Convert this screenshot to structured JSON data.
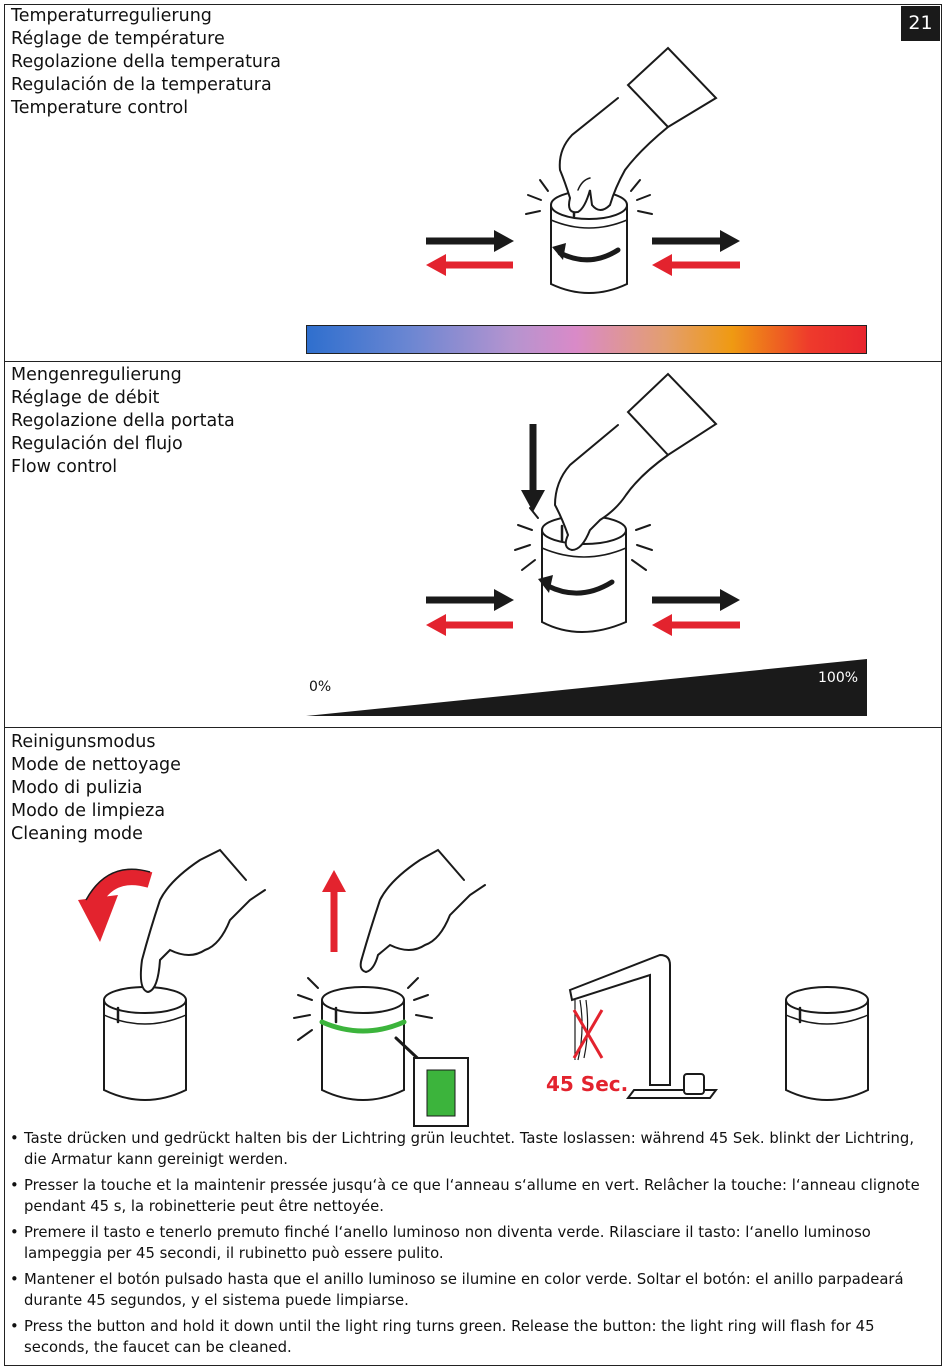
{
  "page_number": "21",
  "sections": [
    {
      "id": "temperature",
      "headings": [
        "Temperaturregulierung",
        "Réglage de température",
        "Regolazione della temperatura",
        "Regulación de la temperatura",
        "Temperature control"
      ]
    },
    {
      "id": "flow",
      "headings": [
        "Mengenregulierung",
        "Réglage de débit",
        "Regolazione della portata",
        "Regulación del flujo",
        "Flow control"
      ],
      "scale_min_label": "0%",
      "scale_max_label": "100%"
    },
    {
      "id": "cleaning",
      "headings": [
        "Reinigunsmodus",
        "Mode de nettoyage",
        "Modo di pulizia",
        "Modo de limpieza",
        "Cleaning mode"
      ],
      "timer_label": "45 Sec."
    }
  ],
  "instructions": [
    "Taste drücken und gedrückt halten bis der Lichtring grün leuchtet. Taste loslassen: während 45 Sek. blinkt der Lichtring, die Armatur kann gereinigt werden.",
    "Presser la touche et la maintenir pressée jusqu‘à ce que l‘anneau s‘allume en vert. Relâcher la touche: l‘anneau clignote pendant 45 s, la robinetterie peut être nettoyée.",
    "Premere il tasto e tenerlo premuto finché l‘anello luminoso non diventa verde. Rilasciare il tasto: l‘anello luminoso lampeggia per 45 secondi, il rubinetto può essere pulito.",
    "Mantener el botón pulsado hasta que el anillo luminoso se ilumine en color verde. Soltar el botón: el anillo parpadeará durante 45 segundos, y el sistema puede limpiarse.",
    "Press the button and hold it down until the light ring turns green. Release the button: the light ring will flash for 45 seconds, the faucet can be cleaned."
  ],
  "bullet_char": "•",
  "colors": {
    "arrow_black": "#1a1a1a",
    "arrow_red": "#e3232e",
    "ring_green": "#3cb43c",
    "gradient": [
      "#2f6fce",
      "#d98ac8",
      "#ef9a12",
      "#e8262e"
    ]
  }
}
